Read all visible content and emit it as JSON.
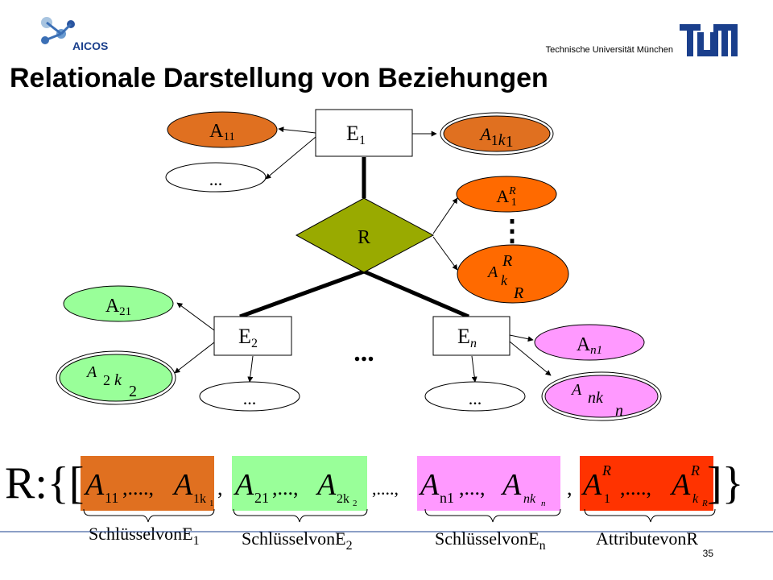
{
  "header": {
    "logo_text": "AICOS",
    "university": "Technische Universität München",
    "title": "Relationale Darstellung von Beziehungen"
  },
  "entities": {
    "e1": {
      "base": "E",
      "sub": "1"
    },
    "e2": {
      "base": "E",
      "sub": "2"
    },
    "en": {
      "base": "E",
      "sub": "n"
    }
  },
  "relationship": {
    "label": "R"
  },
  "attributes": {
    "a11": {
      "base": "A",
      "sub": "11"
    },
    "a1k1": {
      "base": "A",
      "sub": "1",
      "sub2": "k",
      "sub3": "1"
    },
    "e1_more": "...",
    "ar1": {
      "base": "A",
      "sup": "R",
      "sub": "1"
    },
    "vertical_dots": "⋮",
    "arkr": {
      "base": "A",
      "sup": "R",
      "sub": "k",
      "subsub": "R"
    },
    "a21": {
      "base": "A",
      "sub": "21"
    },
    "a2k2": {
      "base": "A",
      "sub": "2",
      "sub2": "k",
      "sub3": "2"
    },
    "e2_more": "...",
    "an1": {
      "base": "A",
      "sub": "n1"
    },
    "ankn": {
      "base": "A",
      "sub": "nk",
      "subsub": "n"
    },
    "en_more": "...",
    "entities_more": "..."
  },
  "formula": {
    "prefix": "R:{[",
    "group1": {
      "first": "A",
      "first_sub": "11",
      "dots": ",....,",
      "last": "A",
      "last_sub": "1k",
      "last_subsub": "1"
    },
    "sep1": ",",
    "group2": {
      "first": "A",
      "first_sub": "21",
      "dots": ",...,",
      "last": "A",
      "last_sub": "2k",
      "last_subsub": "2"
    },
    "sep2": ",....,",
    "group3": {
      "first": "A",
      "first_sub": "n1",
      "dots": ",...,",
      "last": "A",
      "last_sub": "nk",
      "last_subsub": "n"
    },
    "sep3": ",",
    "group4": {
      "first": "A",
      "first_sup": "R",
      "first_sub": "1",
      "dots": ",....,",
      "last": "A",
      "last_sup": "R",
      "last_sub": "k",
      "last_subsub": "R"
    },
    "suffix": "]}",
    "brace_labels": [
      "SchlüsselvonE",
      "SchlüsselvonE",
      "SchlüsselvonE",
      "AttributevonR"
    ],
    "brace_subs": [
      "1",
      "2",
      "n",
      ""
    ]
  },
  "footer": {
    "page": "35"
  },
  "colors": {
    "orange": "#e07020",
    "green": "#99ff99",
    "pink": "#ff99ff",
    "red": "#ff3300",
    "relationship": "#99aa00",
    "tum_blue": "#1a3f8c"
  }
}
